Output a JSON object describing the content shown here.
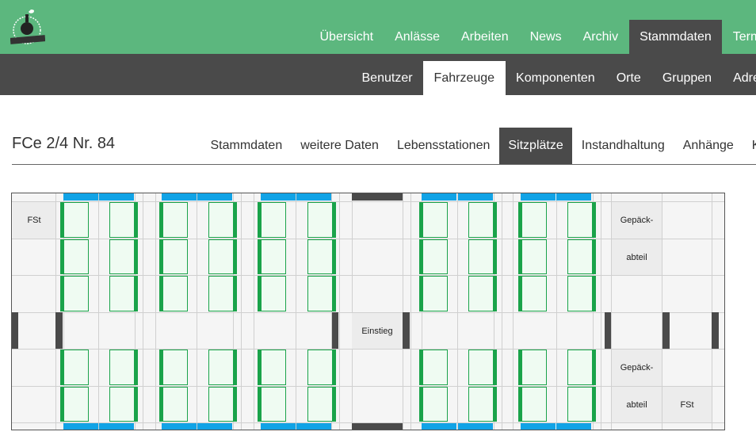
{
  "header": {
    "logo": "Dampfbahn Verein logo",
    "nav": [
      "Übersicht",
      "Anlässe",
      "Arbeiten",
      "News",
      "Archiv",
      "Stammdaten",
      "Termine"
    ],
    "active": "Stammdaten"
  },
  "subnav": {
    "items": [
      "Benutzer",
      "Fahrzeuge",
      "Komponenten",
      "Orte",
      "Gruppen",
      "Adressen"
    ],
    "active": "Fahrzeuge"
  },
  "vehicle": {
    "title": "FCe 2/4 Nr. 84"
  },
  "tabs": {
    "items": [
      "Stammdaten",
      "weitere Daten",
      "Lebensstationen",
      "Sitzplätze",
      "Instandhaltung",
      "Anhänge",
      "Kosten"
    ],
    "active": "Sitzplätze"
  },
  "seatplan": {
    "labels": {
      "driver_front": "FSt",
      "luggage_top_1": "Gepäck-",
      "luggage_top_2": "abteil",
      "entry": "Einstieg",
      "luggage_bottom_1": "Gepäck-",
      "luggage_bottom_2": "abteil",
      "driver_rear": "FSt"
    },
    "colors": {
      "seat": "#1aa34a",
      "window": "#11a3e6",
      "door": "#4a4a4a"
    }
  }
}
